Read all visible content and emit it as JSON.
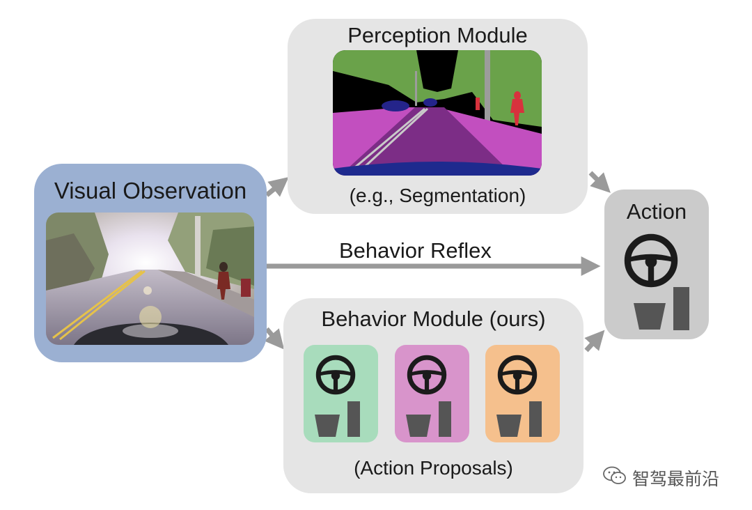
{
  "visual_observation": {
    "title": "Visual Observation"
  },
  "perception_module": {
    "title": "Perception Module",
    "caption": "(e.g., Segmentation)"
  },
  "behavior_reflex": {
    "label": "Behavior Reflex"
  },
  "behavior_module": {
    "title": "Behavior Module (ours)",
    "caption": "(Action Proposals)",
    "proposal_colors": [
      "#a8dcbc",
      "#d894cb",
      "#f5c08d"
    ]
  },
  "action": {
    "title": "Action"
  },
  "icons": [
    "steering-wheel-icon",
    "pedal-icon",
    "throttle-bar-icon"
  ],
  "watermark": {
    "text": "智驾最前沿",
    "icon": "wechat-icon"
  },
  "colors": {
    "visual_box": "#9bb0d2",
    "module_box": "#e5e5e5",
    "action_box": "#cbcbcb",
    "arrow": "#9a9a9a",
    "icon": "#1b1b1b",
    "pedal": "#555555"
  }
}
